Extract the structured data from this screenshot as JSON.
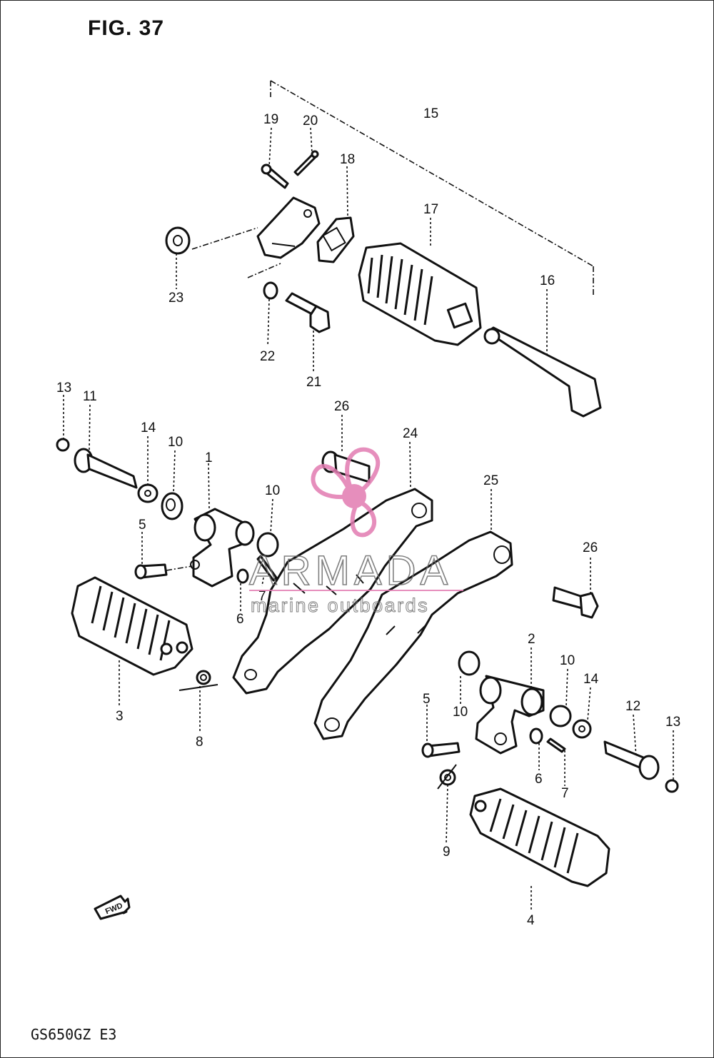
{
  "figure": {
    "title": "FIG. 37",
    "model_code": "GS650GZ E3"
  },
  "watermark": {
    "brand": "ARMADA",
    "tagline": "marine outboards",
    "color": "#e27bb1"
  },
  "fwd_arrow_label": "FWD",
  "callouts": {
    "c1": "1",
    "c2": "2",
    "c3": "3",
    "c4": "4",
    "c5a": "5",
    "c5b": "5",
    "c6a": "6",
    "c6b": "6",
    "c7a": "7",
    "c7b": "7",
    "c8": "8",
    "c9": "9",
    "c10a": "10",
    "c10b": "10",
    "c10c": "10",
    "c10d": "10",
    "c11": "11",
    "c12": "12",
    "c13a": "13",
    "c13b": "13",
    "c14a": "14",
    "c14b": "14",
    "c15": "15",
    "c16": "16",
    "c17": "17",
    "c18": "18",
    "c19": "19",
    "c20": "20",
    "c21": "21",
    "c22": "22",
    "c23": "23",
    "c24": "24",
    "c25": "25",
    "c26a": "26",
    "c26b": "26"
  }
}
